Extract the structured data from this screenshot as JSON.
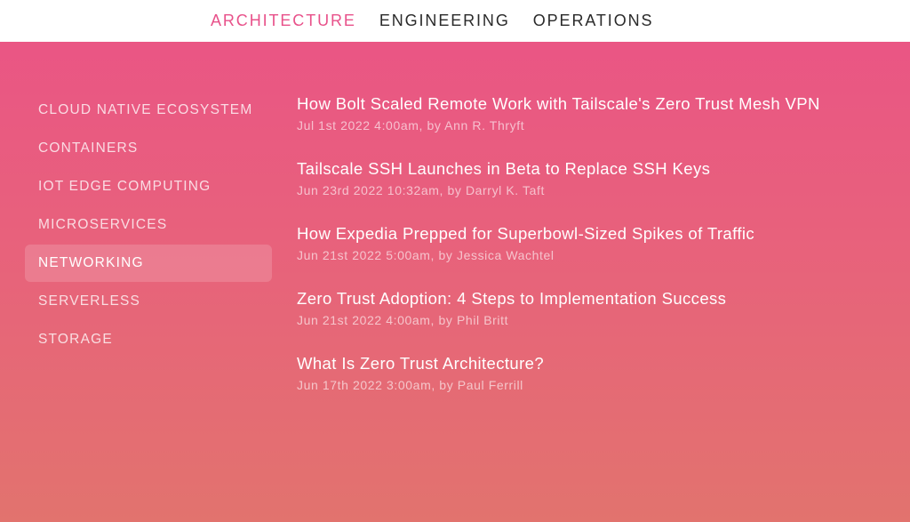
{
  "top_nav": {
    "items": [
      {
        "label": "ARCHITECTURE",
        "active": true
      },
      {
        "label": "ENGINEERING",
        "active": false
      },
      {
        "label": "OPERATIONS",
        "active": false
      }
    ]
  },
  "sidebar": {
    "items": [
      {
        "label": "CLOUD NATIVE ECOSYSTEM"
      },
      {
        "label": "CONTAINERS"
      },
      {
        "label": "IOT EDGE COMPUTING"
      },
      {
        "label": "MICROSERVICES"
      },
      {
        "label": "NETWORKING",
        "active": true
      },
      {
        "label": "SERVERLESS"
      },
      {
        "label": "STORAGE"
      }
    ]
  },
  "articles": [
    {
      "title": "How Bolt Scaled Remote Work with Tailscale's Zero Trust Mesh VPN",
      "meta": "Jul 1st 2022 4:00am, by Ann R. Thryft"
    },
    {
      "title": "Tailscale SSH Launches in Beta to Replace SSH Keys",
      "meta": "Jun 23rd 2022 10:32am, by Darryl K. Taft"
    },
    {
      "title": "How Expedia Prepped for Superbowl-Sized Spikes of Traffic",
      "meta": "Jun 21st 2022 5:00am, by Jessica Wachtel"
    },
    {
      "title": "Zero Trust Adoption: 4 Steps to Implementation Success",
      "meta": "Jun 21st 2022 4:00am, by Phil Britt"
    },
    {
      "title": "What Is Zero Trust Architecture?",
      "meta": "Jun 17th 2022 3:00am, by Paul Ferrill"
    }
  ],
  "colors": {
    "accent": "#e8518a",
    "gradient_top": "#ea5386",
    "gradient_bottom": "#e2736e"
  }
}
